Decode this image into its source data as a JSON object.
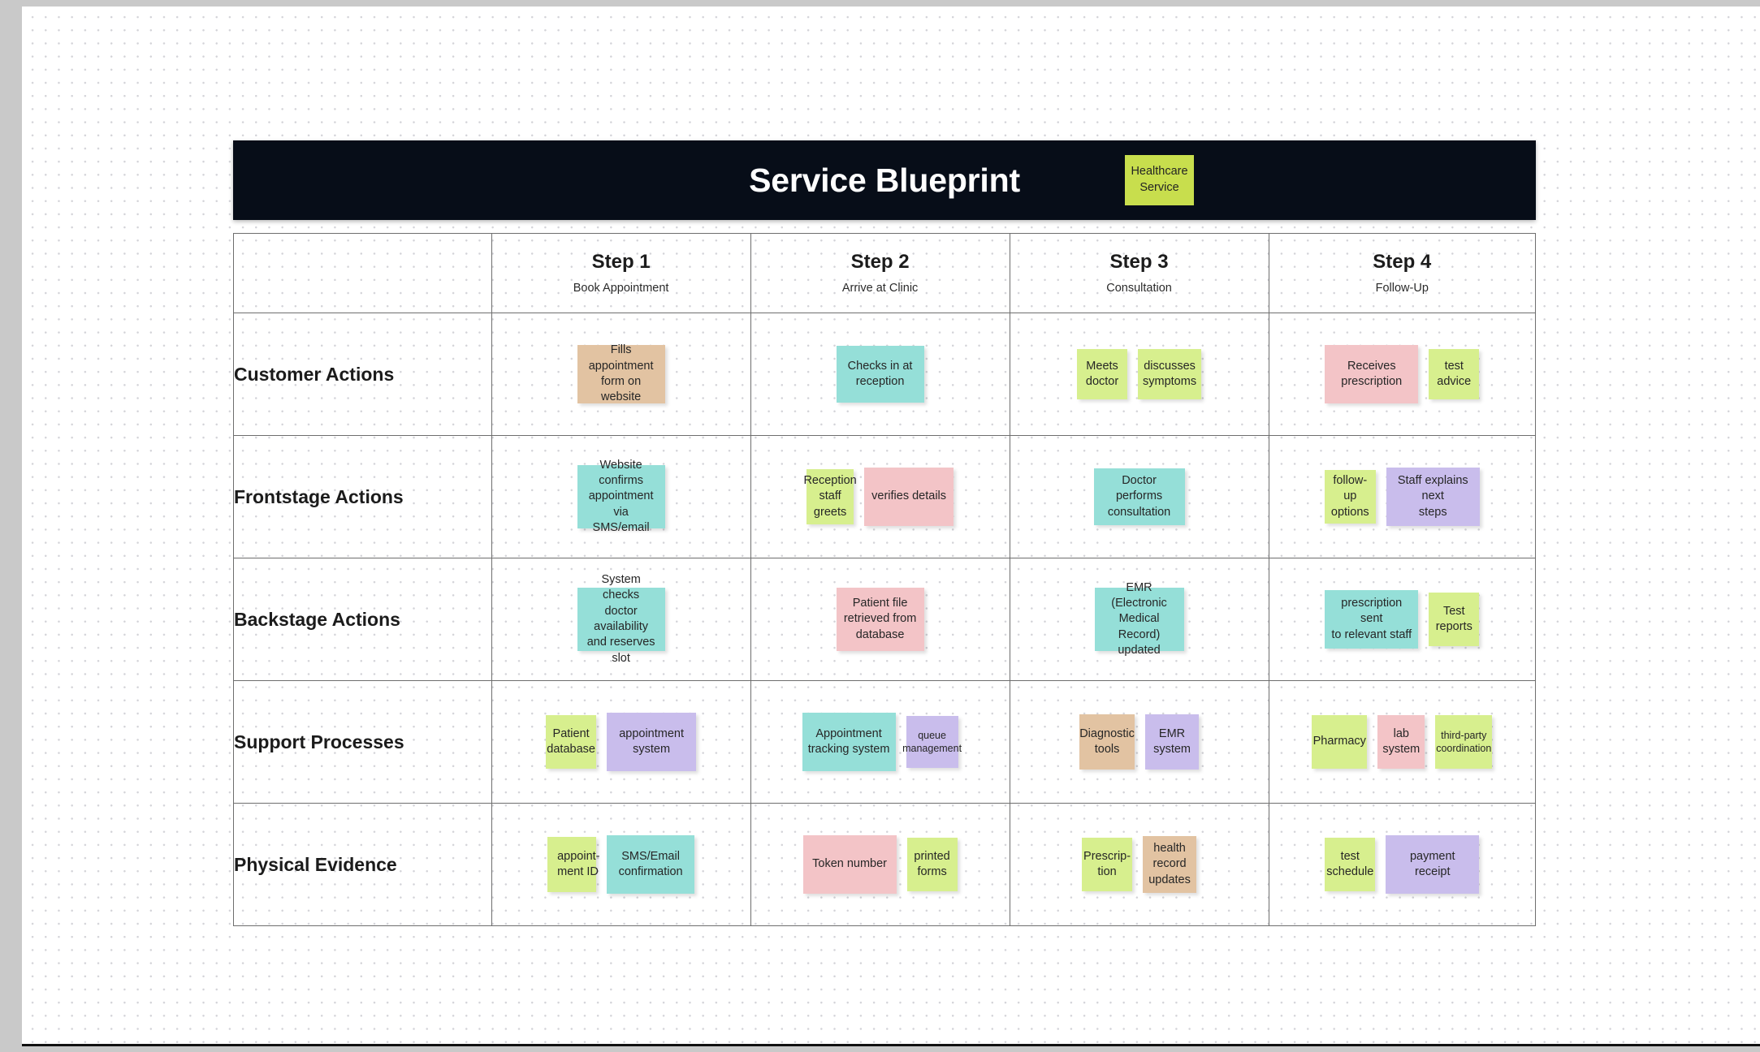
{
  "header": {
    "title": "Service Blueprint",
    "badge": "Healthcare\nService",
    "bar_color": "#070d18",
    "badge_color": "#c8de4d"
  },
  "palette": {
    "teal": "#95dfd8",
    "lime": "#d7ef8e",
    "pink": "#f3c4c7",
    "purple": "#c9bdec",
    "tan": "#e2c3a2"
  },
  "columns": [
    {
      "step": "Step 1",
      "name": "Book Appointment"
    },
    {
      "step": "Step 2",
      "name": "Arrive at Clinic"
    },
    {
      "step": "Step 3",
      "name": "Consultation"
    },
    {
      "step": "Step 4",
      "name": "Follow-Up"
    }
  ],
  "rows": [
    {
      "label": "Customer Actions",
      "cells": [
        [
          {
            "text": "Fills appointment\nform on website",
            "color": "tan",
            "w": 108,
            "h": 72
          }
        ],
        [
          {
            "text": "Checks in at\nreception",
            "color": "teal",
            "w": 108,
            "h": 70
          }
        ],
        [
          {
            "text": "Meets\ndoctor",
            "color": "lime",
            "w": 62,
            "h": 62
          },
          {
            "text": "discusses\nsymptoms",
            "color": "lime",
            "w": 78,
            "h": 62
          }
        ],
        [
          {
            "text": "Receives\nprescription",
            "color": "pink",
            "w": 115,
            "h": 72
          },
          {
            "text": "test\nadvice",
            "color": "lime",
            "w": 62,
            "h": 62
          }
        ]
      ]
    },
    {
      "label": "Frontstage Actions",
      "cells": [
        [
          {
            "text": "Website confirms\nappointment via\nSMS/email",
            "color": "teal",
            "w": 108,
            "h": 78
          }
        ],
        [
          {
            "text": "Reception\nstaff\ngreets",
            "color": "lime",
            "w": 58,
            "h": 68
          },
          {
            "text": "verifies details",
            "color": "pink",
            "w": 110,
            "h": 72
          }
        ],
        [
          {
            "text": "Doctor performs\nconsultation",
            "color": "teal",
            "w": 112,
            "h": 70
          }
        ],
        [
          {
            "text": "follow-up\noptions",
            "color": "lime",
            "w": 63,
            "h": 66
          },
          {
            "text": "Staff explains next\nsteps",
            "color": "purple",
            "w": 115,
            "h": 72
          }
        ]
      ]
    },
    {
      "label": "Backstage Actions",
      "cells": [
        [
          {
            "text": "System checks\ndoctor availability\nand reserves slot",
            "color": "teal",
            "w": 108,
            "h": 78
          }
        ],
        [
          {
            "text": "Patient file\nretrieved from\ndatabase",
            "color": "pink",
            "w": 108,
            "h": 78
          }
        ],
        [
          {
            "text": "EMR (Electronic\nMedical Record)\nupdated",
            "color": "teal",
            "w": 110,
            "h": 78
          }
        ],
        [
          {
            "text": "prescription sent\nto relevant staff",
            "color": "teal",
            "w": 115,
            "h": 72
          },
          {
            "text": "Test\nreports",
            "color": "lime",
            "w": 62,
            "h": 66
          }
        ]
      ]
    },
    {
      "label": "Support Processes",
      "cells": [
        [
          {
            "text": "Patient\ndatabase",
            "color": "lime",
            "w": 62,
            "h": 66
          },
          {
            "text": "appointment\nsystem",
            "color": "purple",
            "w": 110,
            "h": 72
          }
        ],
        [
          {
            "text": "Appointment\ntracking system",
            "color": "teal",
            "w": 115,
            "h": 72
          },
          {
            "text": "queue\nmanagement",
            "color": "purple",
            "w": 64,
            "h": 64,
            "small": true
          }
        ],
        [
          {
            "text": "Diagnostic\ntools",
            "color": "tan",
            "w": 68,
            "h": 68
          },
          {
            "text": "EMR\nsystem",
            "color": "purple",
            "w": 66,
            "h": 68
          }
        ],
        [
          {
            "text": "Pharmacy",
            "color": "lime",
            "w": 68,
            "h": 66
          },
          {
            "text": "lab\nsystem",
            "color": "pink",
            "w": 58,
            "h": 66
          },
          {
            "text": "third-party\ncoordination",
            "color": "lime",
            "w": 70,
            "h": 66,
            "small": true
          }
        ]
      ]
    },
    {
      "label": "Physical Evidence",
      "cells": [
        [
          {
            "text": "appoint-\nment ID",
            "color": "lime",
            "w": 60,
            "h": 68,
            "left": true
          },
          {
            "text": "SMS/Email\nconfirmation",
            "color": "teal",
            "w": 108,
            "h": 72
          }
        ],
        [
          {
            "text": "Token number",
            "color": "pink",
            "w": 115,
            "h": 72
          },
          {
            "text": "printed\nforms",
            "color": "lime",
            "w": 62,
            "h": 66
          }
        ],
        [
          {
            "text": "Prescrip-\ntion",
            "color": "lime",
            "w": 62,
            "h": 66
          },
          {
            "text": "health\nrecord\nupdates",
            "color": "tan",
            "w": 66,
            "h": 70
          }
        ],
        [
          {
            "text": "test\nschedule",
            "color": "lime",
            "w": 62,
            "h": 66
          },
          {
            "text": "payment receipt",
            "color": "purple",
            "w": 115,
            "h": 72
          }
        ]
      ]
    }
  ]
}
